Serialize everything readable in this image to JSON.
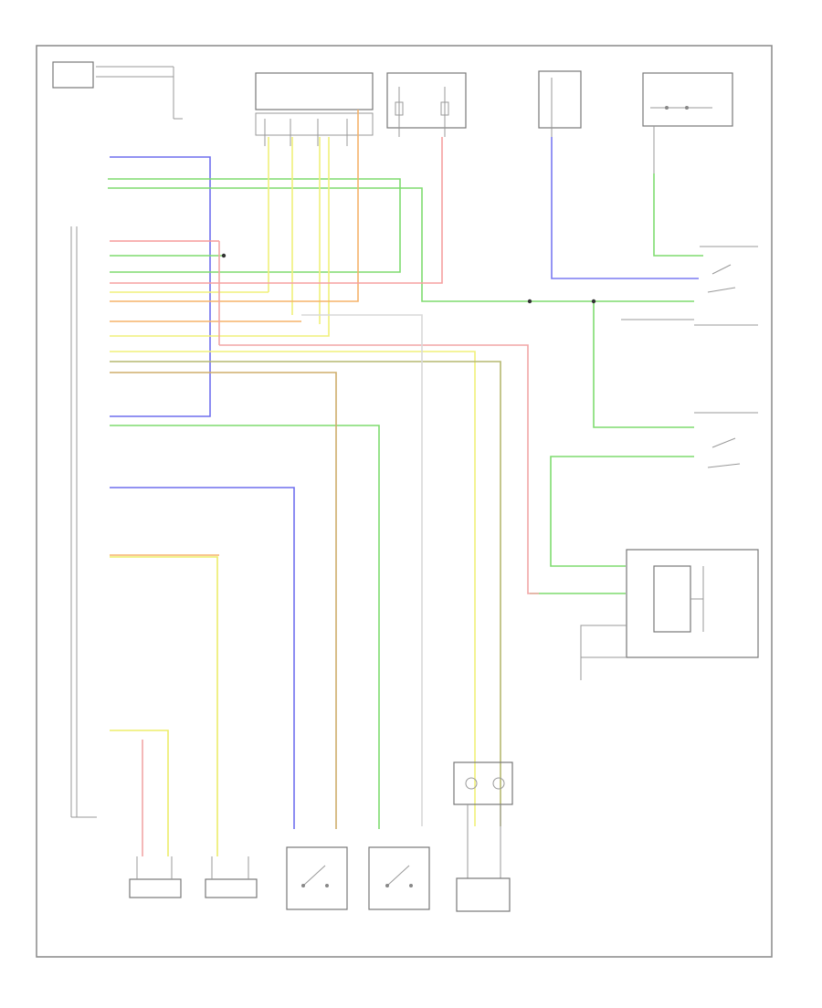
{
  "diagram": {
    "footer_code": "",
    "colors": {
      "green": "#7fdc6f",
      "blue": "#6f6fee",
      "yellow": "#f0f07a",
      "orange": "#f5b36a",
      "red": "#f59a9a",
      "pink": "#f2a6a6",
      "tan": "#cfae6c",
      "olive": "#b6b870",
      "gray": "#cfcfcf"
    },
    "components": [
      {
        "id": "pretensioner-r",
        "caption": ""
      },
      {
        "id": "pretensioner-l",
        "caption": ""
      },
      {
        "id": "buckle-l",
        "caption": ""
      },
      {
        "id": "buckle-r",
        "caption": ""
      },
      {
        "id": "seat-sensor",
        "caption": ""
      },
      {
        "id": "occupant-detection",
        "caption": ""
      }
    ]
  }
}
